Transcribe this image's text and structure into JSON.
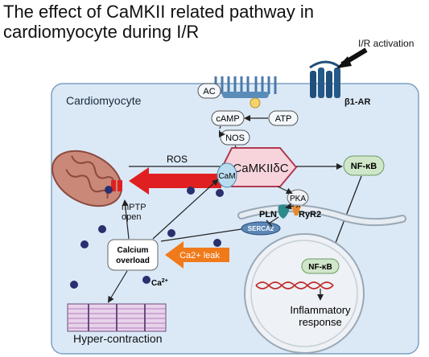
{
  "title_line1": "The effect of CaMKII related pathway in",
  "title_line2": "cardiomyocyte during I/R",
  "labels": {
    "ir_activation": "I/R activation",
    "beta1_ar": "β1-AR",
    "ac": "AC",
    "camp": "cAMP",
    "atp": "ATP",
    "nos": "NOS",
    "cardiomyocyte": "Cardiomyocyte",
    "ros": "ROS",
    "camkii": "CaMKIIδC",
    "cam": "CaM",
    "pka": "PKA",
    "nfkb_outer": "NF-κB",
    "nfkb_inner": "NF-κB",
    "pln": "PLN",
    "ryr2": "RyR2",
    "serca2": "SERCA2",
    "mptp_line1": "mPTP",
    "mptp_line2": "open",
    "calcium_line1": "Calcium",
    "calcium_line2": "overload",
    "ca2_leak": "Ca2+ leak",
    "ca2": "Ca",
    "ca2_sup": "2+",
    "hyper_contraction": "Hyper-contraction",
    "inflammatory_line1": "Inflammatory",
    "inflammatory_line2": "response"
  },
  "colors": {
    "cell_fill": "#dbe9f7",
    "cell_stroke": "#7d9fc0",
    "camkii_fill": "#f7d4dc",
    "camkii_stroke": "#b03a52",
    "nfkb_fill": "#cfe6c9",
    "red_arrow": "#e02020",
    "orange_arrow": "#f07a1a",
    "receptor": "#1f4f7a",
    "calcium_dot": "#2a2f6e"
  }
}
